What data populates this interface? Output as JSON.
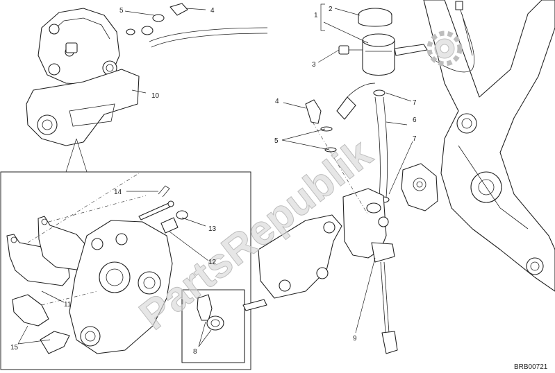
{
  "diagram": {
    "reference_code": "BRB00721",
    "callouts": {
      "c1": "1",
      "c2": "2",
      "c3": "3",
      "c4a": "4",
      "c4b": "4",
      "c5a": "5",
      "c5b": "5",
      "c6": "6",
      "c7a": "7",
      "c7b": "7",
      "c8": "8",
      "c9": "9",
      "c10": "10",
      "c11": "11",
      "c12": "12",
      "c13": "13",
      "c14": "14",
      "c15": "15"
    }
  },
  "watermark": {
    "text": "PartsRepublik",
    "icon": "gear-icon"
  }
}
